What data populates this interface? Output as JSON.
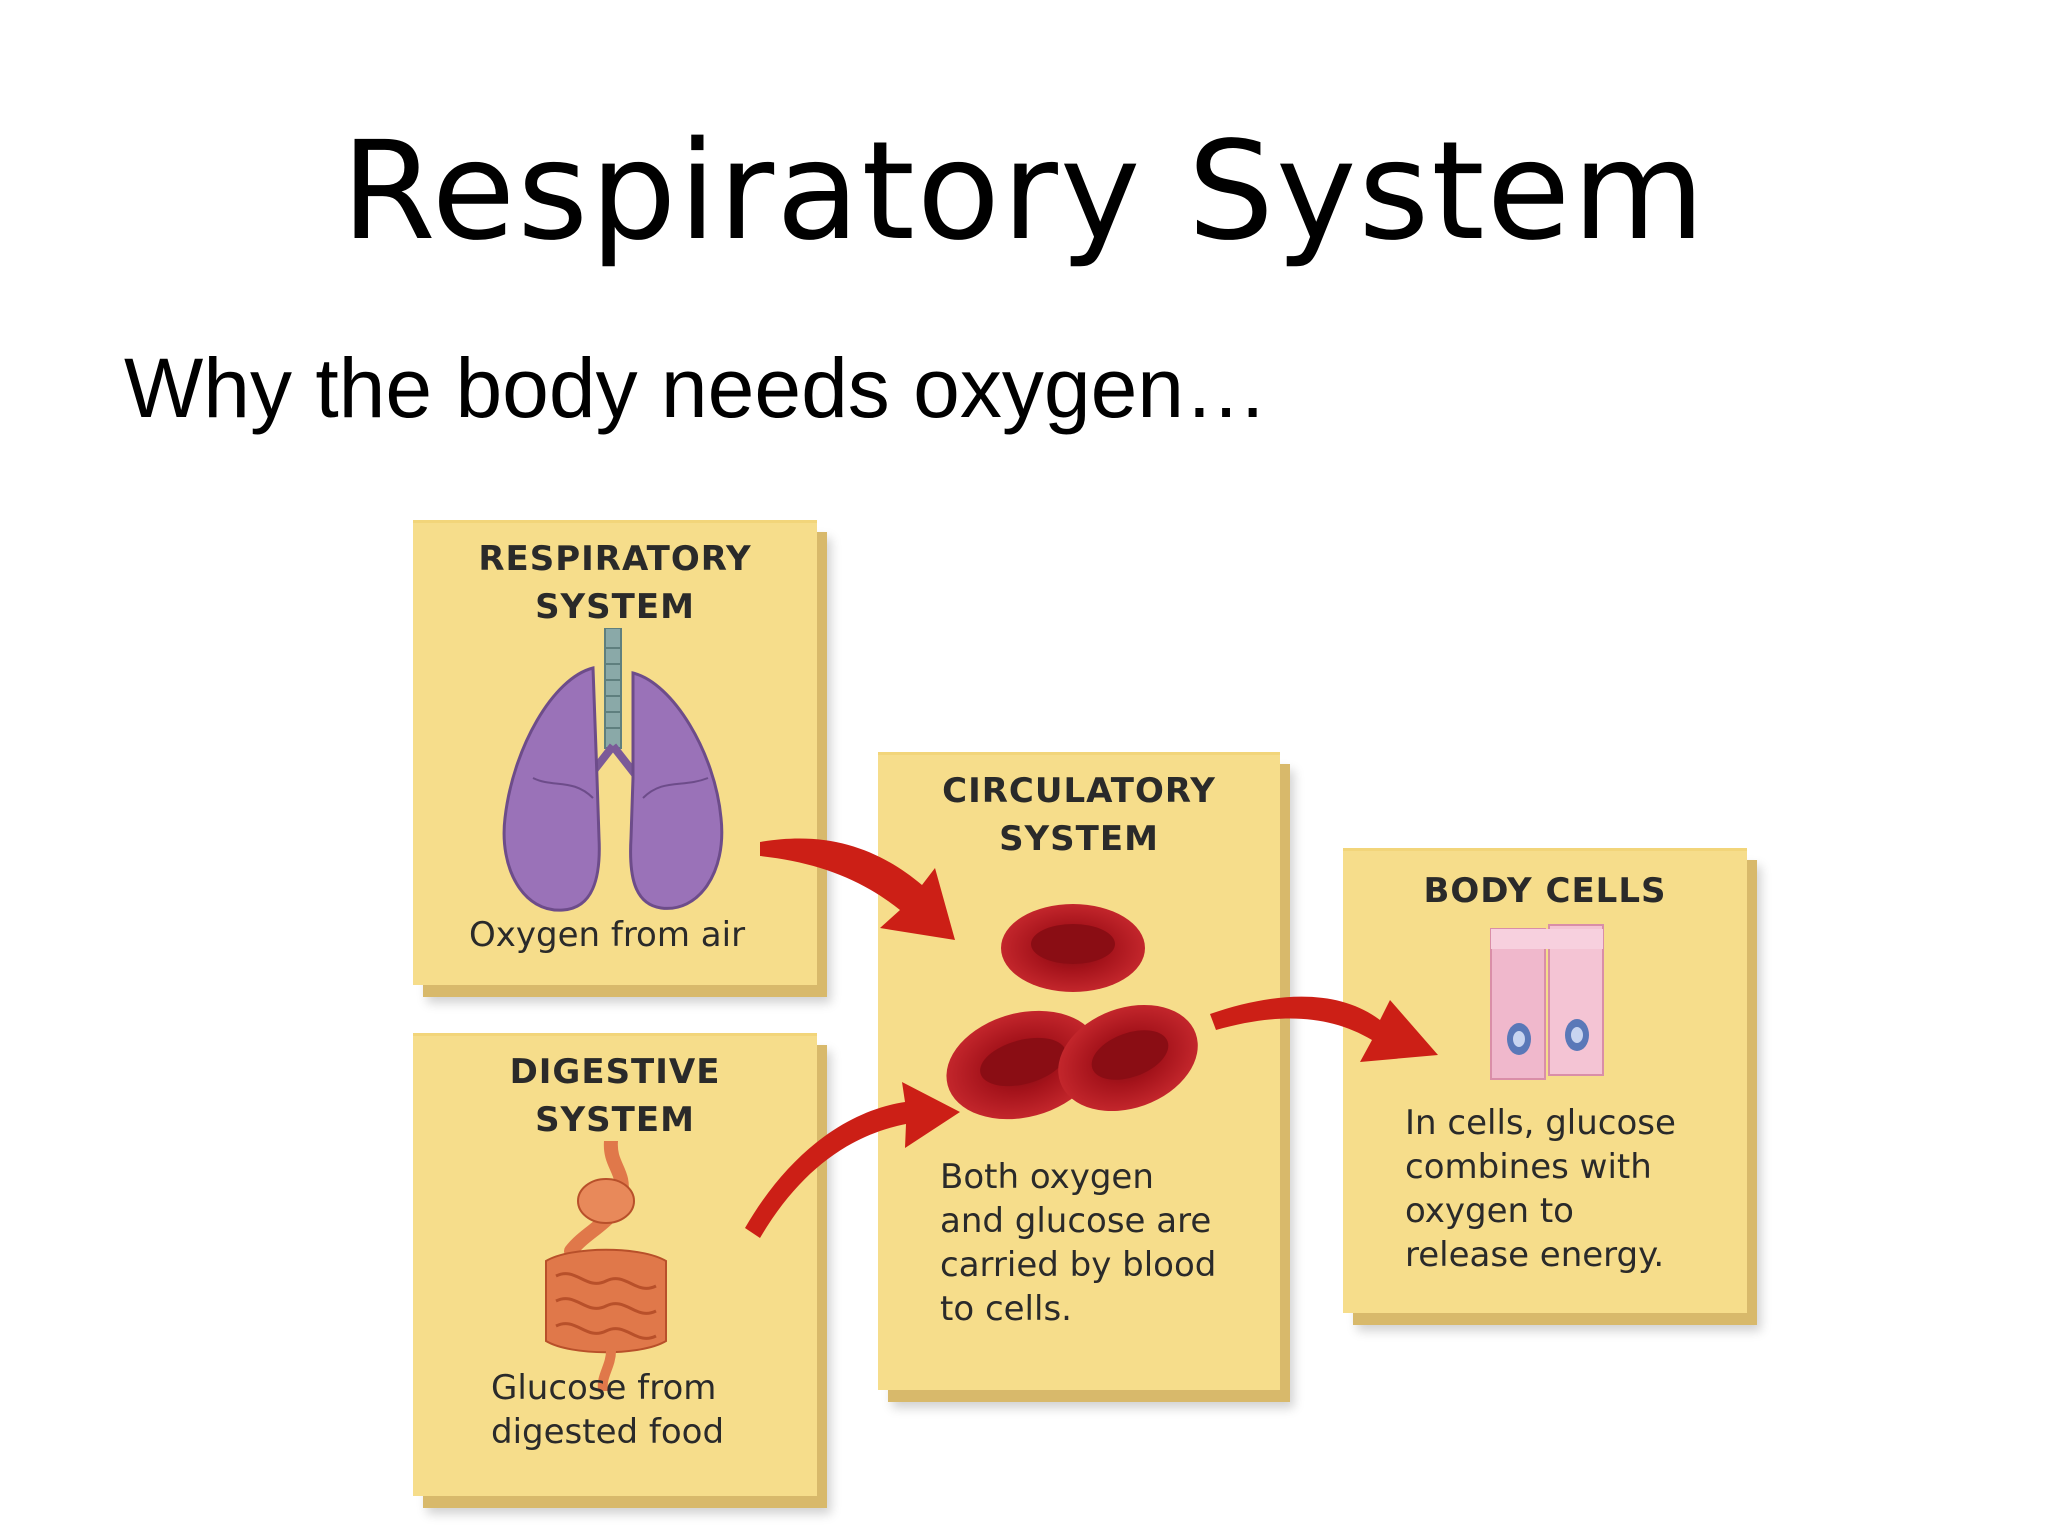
{
  "slide": {
    "title": "Respiratory System",
    "subtitle": "Why the body needs oxygen…"
  },
  "diagram": {
    "respiratory": {
      "title_line1": "RESPIRATORY",
      "title_line2": "SYSTEM",
      "caption": "Oxygen from air"
    },
    "digestive": {
      "title_line1": "DIGESTIVE",
      "title_line2": "SYSTEM",
      "caption_line1": "Glucose from",
      "caption_line2": "digested food"
    },
    "circulatory": {
      "title_line1": "CIRCULATORY",
      "title_line2": "SYSTEM",
      "text_lines": [
        "Both oxygen",
        "and glucose are",
        "carried by blood",
        "to cells."
      ]
    },
    "body_cells": {
      "title": "BODY CELLS",
      "text_lines": [
        "In cells, glucose",
        "combines with",
        "oxygen to",
        "release energy."
      ]
    }
  },
  "colors": {
    "panel": "#f6dd8b",
    "arrow": "#cc1f16",
    "lungs": "#9a72b8",
    "blood_cell": "#b3141c",
    "intestine": "#e0784a",
    "cells": "#f0b8cc"
  },
  "icons": [
    "lungs-icon",
    "intestine-icon",
    "red-blood-cells-icon",
    "body-cells-icon",
    "arrow-icon"
  ]
}
